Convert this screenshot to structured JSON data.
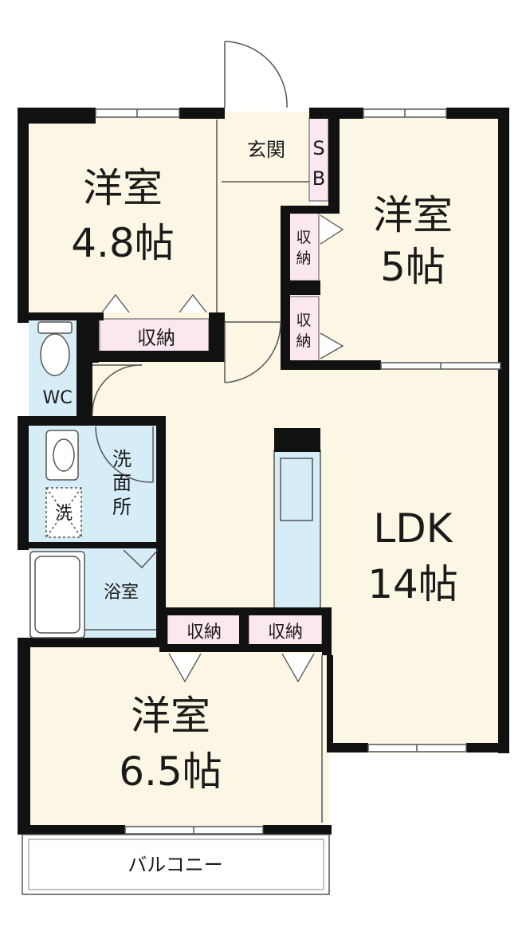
{
  "rooms": {
    "western_room_1": {
      "name": "洋室",
      "size": "4.8帖"
    },
    "western_room_2": {
      "name": "洋室",
      "size": "5帖"
    },
    "western_room_3": {
      "name": "洋室",
      "size": "6.5帖"
    },
    "ldk": {
      "name": "LDK",
      "size": "14帖"
    },
    "entrance": "玄関",
    "shoe_box": [
      "S",
      "B"
    ],
    "toilet": "WC",
    "washroom": [
      "洗",
      "面",
      "所"
    ],
    "washer": "洗",
    "bathroom": "浴室",
    "balcony": "バルコニー"
  },
  "storage": {
    "closet_room1": "収納",
    "closet_room3_left": "収納",
    "closet_room3_right": "収納",
    "closet_room2_upper": [
      "収",
      "納"
    ],
    "closet_room2_lower": [
      "収",
      "納"
    ]
  },
  "colors": {
    "floor": "#fcf7e4",
    "water_area": "#d6edf7",
    "storage": "#fbe7ef",
    "wall": "#111111",
    "fixture_outline": "#555555"
  }
}
